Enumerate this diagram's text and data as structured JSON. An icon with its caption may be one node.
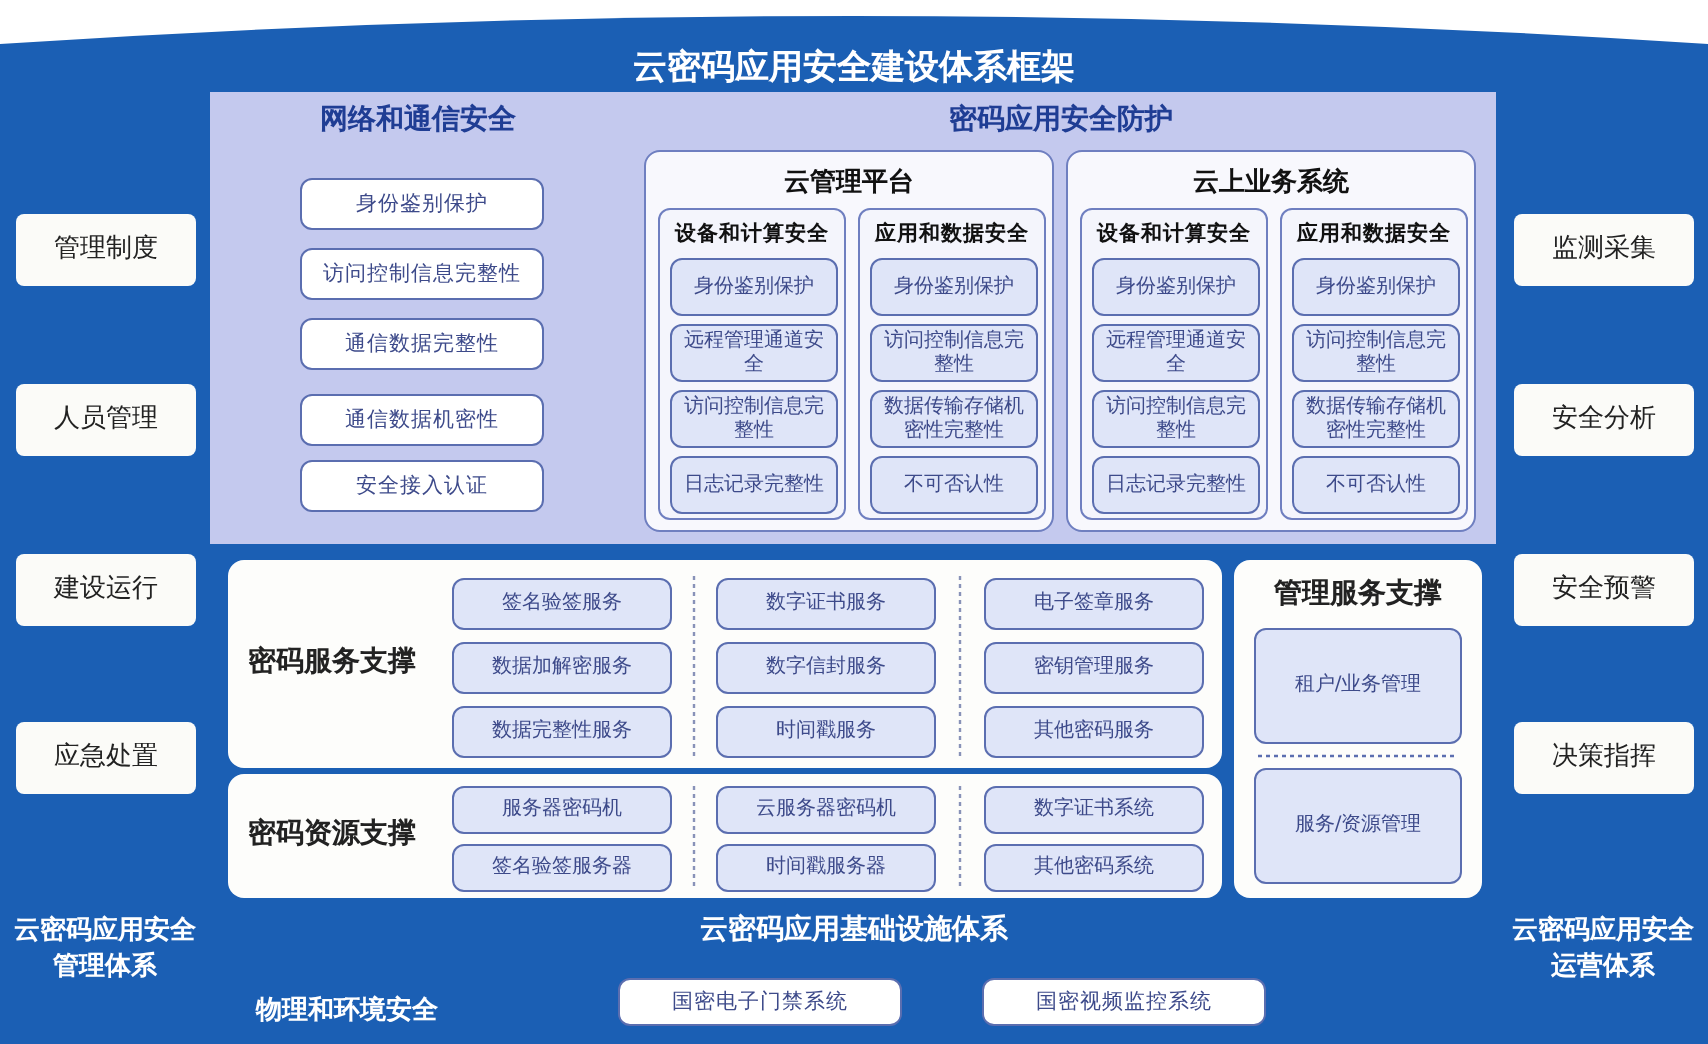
{
  "diagram": {
    "title": "云密码应用安全建设体系框架",
    "nodes": [
      {
        "text": [
          "云密码应用安全管理体系"
        ]
      },
      {
        "text": [
          "管理制度"
        ],
        "in": 0
      },
      {
        "text": [
          "人员管理"
        ],
        "in": 0
      },
      {
        "text": [
          "建设运行"
        ],
        "in": 0
      },
      {
        "text": [
          "应急处置"
        ],
        "in": 0
      },
      {
        "text": [
          "云密码应用安全运营体系"
        ]
      },
      {
        "text": [
          "监测采集"
        ],
        "in": 5
      },
      {
        "text": [
          "安全分析"
        ],
        "in": 5
      },
      {
        "text": [
          "安全预警"
        ],
        "in": 5
      },
      {
        "text": [
          "决策指挥"
        ],
        "in": 5
      },
      {
        "text": [
          "网络和通信安全"
        ]
      },
      {
        "text": [
          "身份鉴别保护"
        ],
        "in": 10
      },
      {
        "text": [
          "访问控制信息完整性"
        ],
        "in": 10
      },
      {
        "text": [
          "通信数据完整性"
        ],
        "in": 10
      },
      {
        "text": [
          "通信数据机密性"
        ],
        "in": 10
      },
      {
        "text": [
          "安全接入认证"
        ],
        "in": 10
      },
      {
        "text": [
          "密码应用安全防护"
        ]
      },
      {
        "text": [
          "云管理平台"
        ],
        "in": 16
      },
      {
        "text": [
          "设备和计算安全"
        ],
        "in": 17
      },
      {
        "text": [
          "身份鉴别保护"
        ],
        "in": 18
      },
      {
        "text": [
          "远程管理通道安全"
        ],
        "in": 18
      },
      {
        "text": [
          "访问控制信息完整性"
        ],
        "in": 18
      },
      {
        "text": [
          "日志记录完整性"
        ],
        "in": 18
      },
      {
        "text": [
          "应用和数据安全"
        ],
        "in": 17
      },
      {
        "text": [
          "身份鉴别保护"
        ],
        "in": 23
      },
      {
        "text": [
          "访问控制信息完整性"
        ],
        "in": 23
      },
      {
        "text": [
          "数据传输存储机密性完整性"
        ],
        "in": 23
      },
      {
        "text": [
          "不可否认性"
        ],
        "in": 23
      },
      {
        "text": [
          "云上业务系统"
        ],
        "in": 16
      },
      {
        "text": [
          "设备和计算安全"
        ],
        "in": 28
      },
      {
        "text": [
          "身份鉴别保护"
        ],
        "in": 29
      },
      {
        "text": [
          "远程管理通道安全"
        ],
        "in": 29
      },
      {
        "text": [
          "访问控制信息完整性"
        ],
        "in": 29
      },
      {
        "text": [
          "日志记录完整性"
        ],
        "in": 29
      },
      {
        "text": [
          "应用和数据安全"
        ],
        "in": 28
      },
      {
        "text": [
          "身份鉴别保护"
        ],
        "in": 34
      },
      {
        "text": [
          "访问控制信息完整性"
        ],
        "in": 34
      },
      {
        "text": [
          "数据传输存储机密性完整性"
        ],
        "in": 34
      },
      {
        "text": [
          "不可否认性"
        ],
        "in": 34
      },
      {
        "text": [
          "云密码应用基础设施体系"
        ]
      },
      {
        "text": [
          "密码服务支撑"
        ],
        "in": 39
      },
      {
        "text": [
          "签名验签服务"
        ],
        "in": 40
      },
      {
        "text": [
          "数字证书服务"
        ],
        "in": 40
      },
      {
        "text": [
          "电子签章服务"
        ],
        "in": 40
      },
      {
        "text": [
          "数据加解密服务"
        ],
        "in": 40
      },
      {
        "text": [
          "数字信封服务"
        ],
        "in": 40
      },
      {
        "text": [
          "密钥管理服务"
        ],
        "in": 40
      },
      {
        "text": [
          "数据完整性服务"
        ],
        "in": 40
      },
      {
        "text": [
          "时间戳服务"
        ],
        "in": 40
      },
      {
        "text": [
          "其他密码服务"
        ],
        "in": 40
      },
      {
        "text": [
          "密码资源支撑"
        ],
        "in": 39
      },
      {
        "text": [
          "服务器密码机"
        ],
        "in": 50
      },
      {
        "text": [
          "云服务器密码机"
        ],
        "in": 50
      },
      {
        "text": [
          "数字证书系统"
        ],
        "in": 50
      },
      {
        "text": [
          "签名验签服务器"
        ],
        "in": 50
      },
      {
        "text": [
          "时间戳服务器"
        ],
        "in": 50
      },
      {
        "text": [
          "其他密码系统"
        ],
        "in": 50
      },
      {
        "text": [
          "管理服务支撑"
        ],
        "in": 39
      },
      {
        "text": [
          "租户/业务管理"
        ],
        "in": 57
      },
      {
        "text": [
          "服务/资源管理"
        ],
        "in": 57
      },
      {
        "text": [
          "国密电子门禁系统"
        ],
        "in": 39
      },
      {
        "text": [
          "国密视频监控系统"
        ],
        "in": 39
      }
    ],
    "edges": [],
    "labels": [
      "物理和环境安全"
    ]
  }
}
